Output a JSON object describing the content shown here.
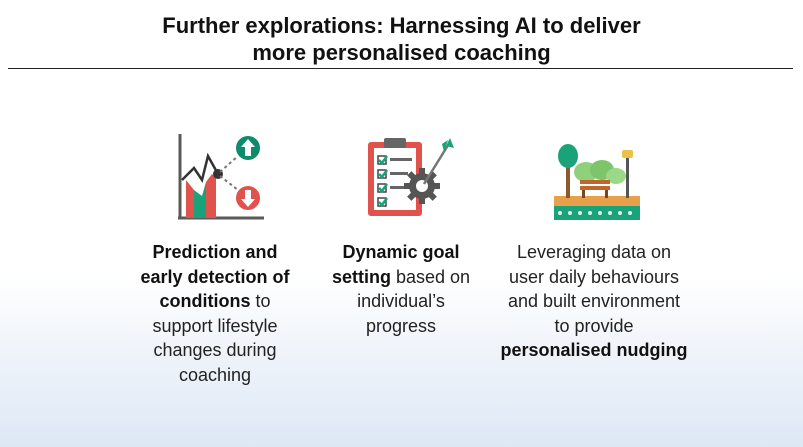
{
  "title": {
    "line1": "Further explorations: Harnessing AI to deliver",
    "line2": "more personalised coaching"
  },
  "columns": [
    {
      "icon": "prediction-chart-icon",
      "bold": "Prediction and early detection of conditions",
      "text": " to support lifestyle changes during coaching"
    },
    {
      "icon": "goal-checklist-icon",
      "bold": "Dynamic goal setting",
      "text": " based on individual’s progress"
    },
    {
      "icon": "park-environment-icon",
      "text": "Leveraging data on user daily behaviours and built environment to provide ",
      "bold": "personalised nudging"
    }
  ],
  "colors": {
    "green": "#1aa37a",
    "red": "#e0524c",
    "teal": "#0e8a6c",
    "orange": "#e8a04a",
    "grey": "#5a5a5a"
  }
}
